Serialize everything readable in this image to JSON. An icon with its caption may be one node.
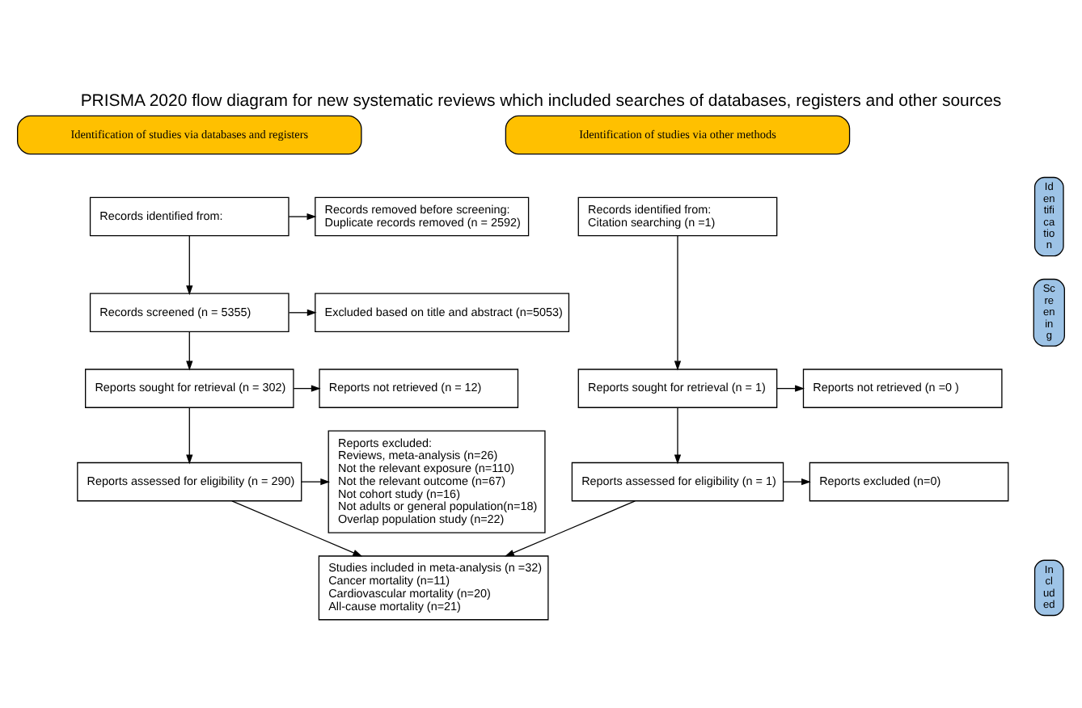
{
  "diagram": {
    "title": "PRISMA 2020 flow diagram for new systematic reviews which included searches of databases, registers and other sources",
    "nodes": [
      {
        "text": [
          "Identification of studies via databases and registers"
        ]
      },
      {
        "text": [
          "Identification of studies via other methods"
        ]
      },
      {
        "text": [
          "Id en tifi ca tio n"
        ]
      },
      {
        "text": [
          "Records identified from:"
        ]
      },
      {
        "text": [
          "Records removed before screening:",
          "Duplicate records removed (n = 2592)"
        ]
      },
      {
        "text": [
          "Records identified from:",
          "Citation searching (n =1)"
        ]
      },
      {
        "text": [
          "Sc re en in g"
        ]
      },
      {
        "text": [
          "Records screened (n = 5355)"
        ]
      },
      {
        "text": [
          "Excluded based on title and abstract (n=5053)"
        ]
      },
      {
        "text": [
          "Reports sought for retrieval (n = 302)"
        ]
      },
      {
        "text": [
          "Reports not retrieved (n = 12)"
        ]
      },
      {
        "text": [
          "Reports sought for retrieval (n = 1)"
        ]
      },
      {
        "text": [
          "Reports not retrieved (n =0 )"
        ]
      },
      {
        "text": [
          "Reports assessed for eligibility (n = 290)"
        ]
      },
      {
        "text": [
          "Reports excluded:",
          "Reviews, meta-analysis (n=26)",
          "Not the relevant exposure (n=110)",
          "Not the relevant outcome (n=67)",
          "Not cohort study (n=16)",
          "Not adults or general population(n=18)",
          "Overlap population study (n=22)"
        ]
      },
      {
        "text": [
          "Reports assessed for eligibility (n = 1)"
        ]
      },
      {
        "text": [
          "Reports excluded (n=0)"
        ]
      },
      {
        "text": [
          "In cl ud ed"
        ]
      },
      {
        "text": [
          "Studies included in meta-analysis (n =32)",
          "Cancer mortality (n=11)",
          "Cardiovascular mortality (n=20)",
          "All-cause mortality (n=21)"
        ]
      }
    ],
    "edges": [
      {
        "from": 3,
        "to": 4,
        "arrow": "to"
      },
      {
        "from": 3,
        "to": 7,
        "arrow": "to"
      },
      {
        "from": 7,
        "to": 8,
        "arrow": "to"
      },
      {
        "from": 7,
        "to": 9,
        "arrow": "to"
      },
      {
        "from": 9,
        "to": 10,
        "arrow": "to"
      },
      {
        "from": 9,
        "to": 13,
        "arrow": "to"
      },
      {
        "from": 13,
        "to": 14,
        "arrow": "to"
      },
      {
        "from": 13,
        "to": 18,
        "arrow": "to"
      },
      {
        "from": 5,
        "to": 11,
        "arrow": "to"
      },
      {
        "from": 11,
        "to": 12,
        "arrow": "to"
      },
      {
        "from": 11,
        "to": 15,
        "arrow": "to"
      },
      {
        "from": 15,
        "to": 16,
        "arrow": "to"
      },
      {
        "from": 15,
        "to": 18,
        "arrow": "to"
      }
    ]
  }
}
